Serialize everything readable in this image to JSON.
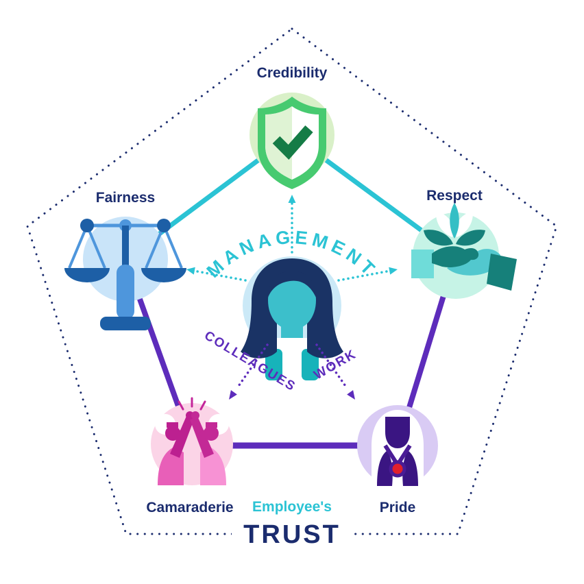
{
  "diagram_title": {
    "prefix": "Employee's",
    "word": "TRUST"
  },
  "hub": {
    "label": "MANAGEMENT",
    "figure": "manager-person-icon"
  },
  "spokes": {
    "colleagues_label": "COLLEAGUES",
    "work_label": "WORK"
  },
  "nodes": [
    {
      "label": "Credibility",
      "icon": "shield-check-icon",
      "circle_color": "#D9F0C8"
    },
    {
      "label": "Respect",
      "icon": "hands-lotus-icon",
      "circle_color": "#C6F3E6"
    },
    {
      "label": "Pride",
      "icon": "person-medal-icon",
      "circle_color": "#D9CBF4"
    },
    {
      "label": "Camaraderie",
      "icon": "high-five-icon",
      "circle_color": "#FBD4E7"
    },
    {
      "label": "Fairness",
      "icon": "balance-scales-icon",
      "circle_color": "#C9E4F9"
    }
  ],
  "colors": {
    "navy": "#1B2C6E",
    "teal": "#2BC3D4",
    "purple": "#5D2CBB",
    "shield_green": "#47CA70",
    "check_green": "#157C46",
    "scales_dark_blue": "#1D5FA6",
    "scales_mid_blue": "#4E96DC",
    "respect_dark_teal": "#16807A",
    "camaraderie_magenta": "#BC2090",
    "pride_dark_purple": "#3A1582",
    "medal_red": "#E0202C"
  }
}
